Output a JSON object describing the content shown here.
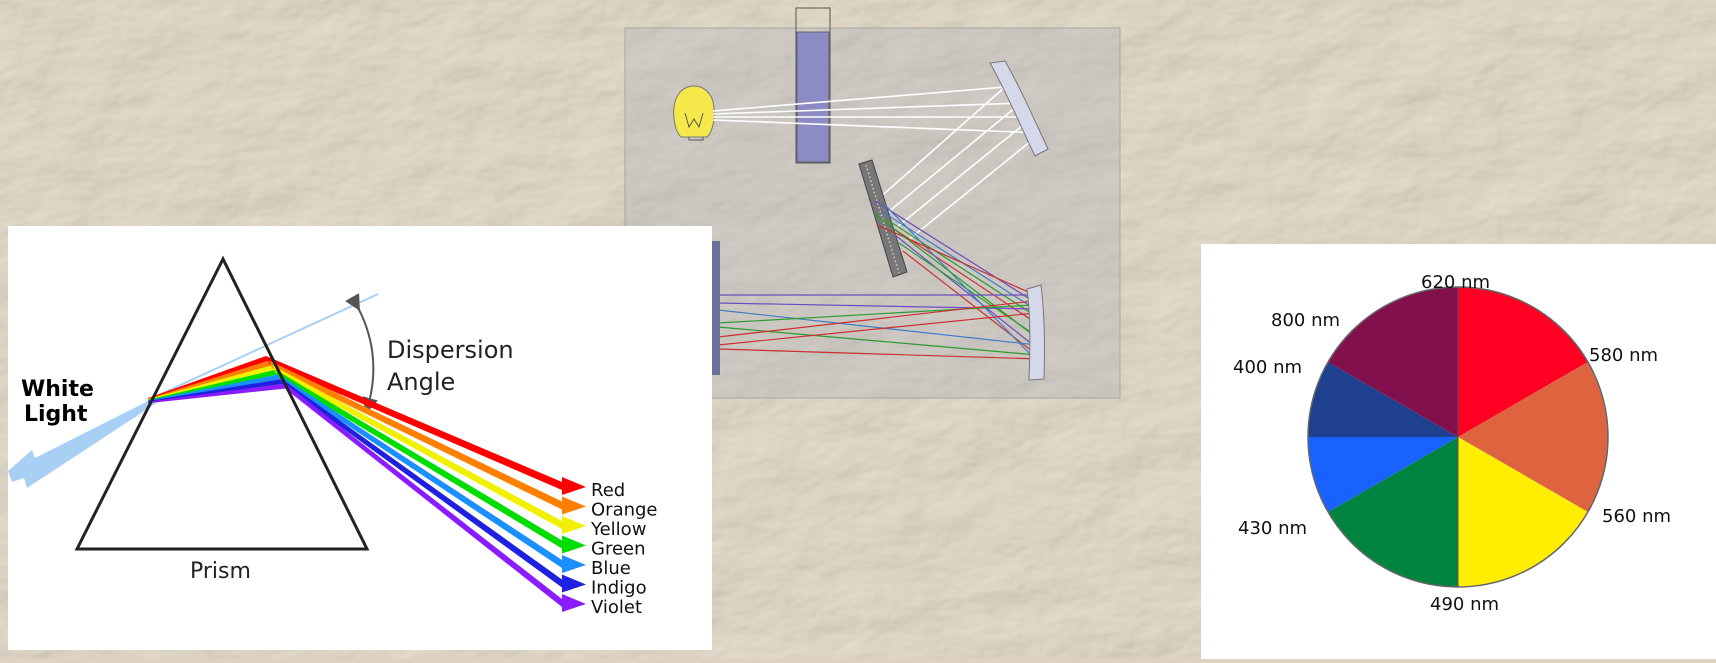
{
  "prism_diagram": {
    "white_light_line1": "White",
    "white_light_line2": "Light",
    "dispersion_line1": "Dispersion",
    "dispersion_line2": "Angle",
    "prism_label": "Prism",
    "bands": [
      {
        "label": "Red",
        "color": "#ff0000"
      },
      {
        "label": "Orange",
        "color": "#ff8000"
      },
      {
        "label": "Yellow",
        "color": "#f0f000"
      },
      {
        "label": "Green",
        "color": "#00dd00"
      },
      {
        "label": "Blue",
        "color": "#1a8fff"
      },
      {
        "label": "Indigo",
        "color": "#2020e0"
      },
      {
        "label": "Violet",
        "color": "#8a1cff"
      }
    ],
    "incoming_color": "#a8d0f4"
  },
  "color_wheel": {
    "labels": {
      "top": "620 nm",
      "upper_left": "800 nm",
      "left": "400 nm",
      "upper_right": "580 nm",
      "lower_right": "560 nm",
      "lower_left": "430 nm",
      "bottom": "490 nm"
    },
    "segments": [
      {
        "color": "#ff0023"
      },
      {
        "color": "#de6440"
      },
      {
        "color": "#ffee00"
      },
      {
        "color": "#00843f"
      },
      {
        "color": "#1a62ff"
      },
      {
        "color": "#1f3f8f"
      },
      {
        "color": "#82104d"
      }
    ]
  },
  "colors": {
    "background": "#ddd2bf",
    "cuvette": "#8d8bc4",
    "bulb": "#f4e84a"
  }
}
